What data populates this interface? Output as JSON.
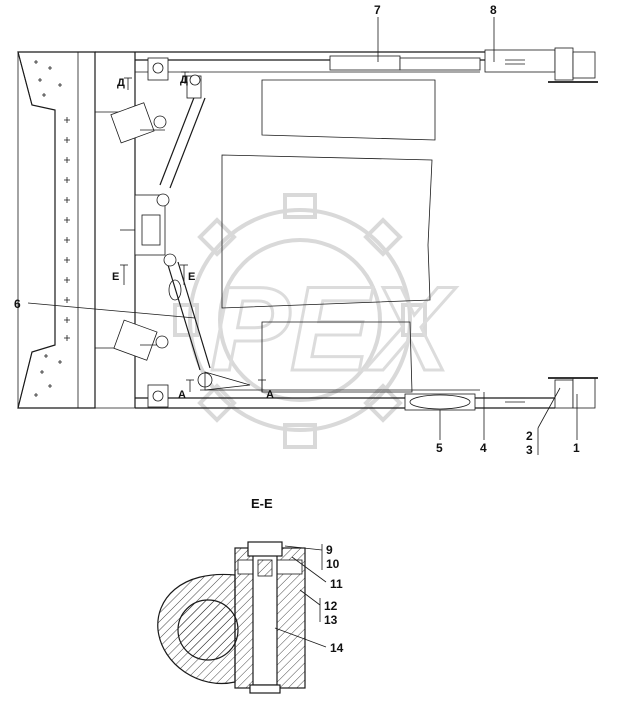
{
  "callouts": {
    "c1": "1",
    "c2": "2",
    "c3": "3",
    "c4": "4",
    "c5": "5",
    "c6": "6",
    "c7": "7",
    "c8": "8",
    "c9": "9",
    "c10": "10",
    "c11": "11",
    "c12": "12",
    "c13": "13",
    "c14": "14"
  },
  "section_marks": {
    "d_left": "Д",
    "d_right": "Д",
    "e_left": "E",
    "e_right": "E",
    "a_left": "A",
    "a_right": "A"
  },
  "section_view_title": "E-E",
  "watermark_text": "PEX"
}
